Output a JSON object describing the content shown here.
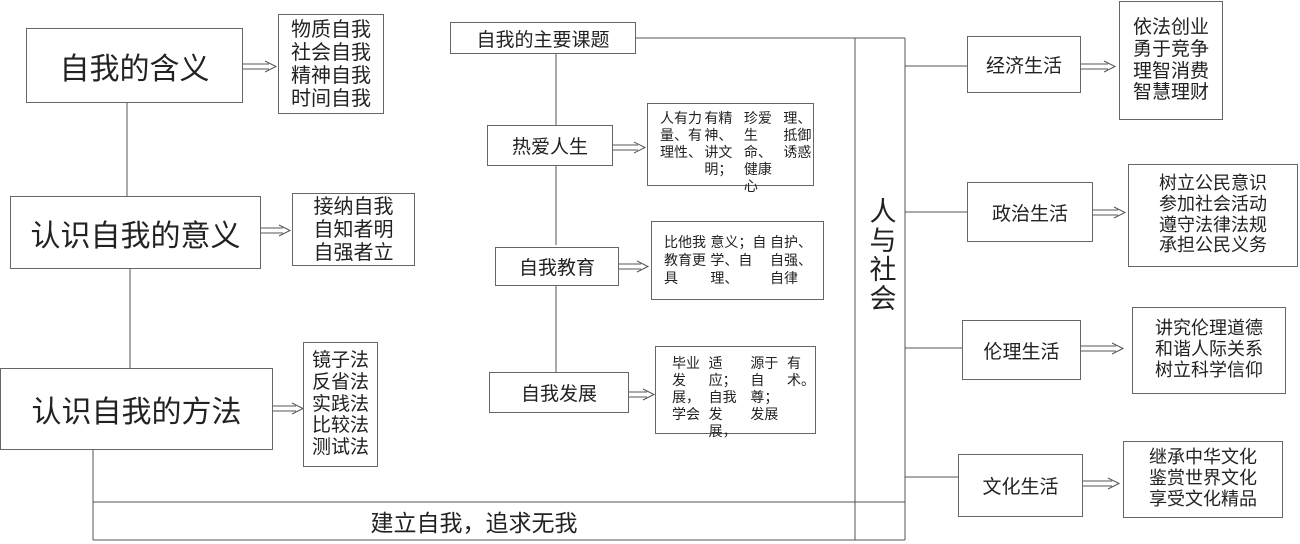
{
  "left": {
    "meaning": {
      "title": "自我的含义",
      "items": [
        "物质自我",
        "社会自我",
        "精神自我",
        "时间自我"
      ]
    },
    "significance": {
      "title": "认识自我的意义",
      "items": [
        "接纳自我",
        "自知者明",
        "自强者立"
      ]
    },
    "methods": {
      "title": "认识自我的方法",
      "items": [
        "镜子法",
        "反省法",
        "实践法",
        "比较法",
        "测试法"
      ]
    }
  },
  "middle": {
    "main_topic": "自我的主要课题",
    "love_life": {
      "label": "热爱人生",
      "text": [
        "人有力量、有理性、",
        "有精神、讲文明；",
        "珍爱生命、健康心",
        "理、抵御诱惑"
      ]
    },
    "self_education": {
      "label": "自我教育",
      "text": [
        "比他我教育更具",
        "意义；自学、自理、",
        "自护、自强、自律"
      ]
    },
    "self_development": {
      "label": "自我发展",
      "text": [
        "毕业发展，学会",
        "适应；自我发展，",
        "源于自尊；发展",
        "有术。"
      ]
    }
  },
  "bottom_banner": "建立自我，追求无我",
  "center_column": "人与社会",
  "right": {
    "economic": {
      "label": "经济生活",
      "items": [
        "依法创业",
        "勇于竞争",
        "理智消费",
        "智慧理财"
      ]
    },
    "political": {
      "label": "政治生活",
      "items": [
        "树立公民意识",
        "参加社会活动",
        "遵守法律法规",
        "承担公民义务"
      ]
    },
    "ethical": {
      "label": "伦理生活",
      "items": [
        "讲究伦理道德",
        "和谐人际关系",
        "树立科学信仰"
      ]
    },
    "cultural": {
      "label": "文化生活",
      "items": [
        "继承中华文化",
        "鉴赏世界文化",
        "享受文化精品"
      ]
    }
  }
}
